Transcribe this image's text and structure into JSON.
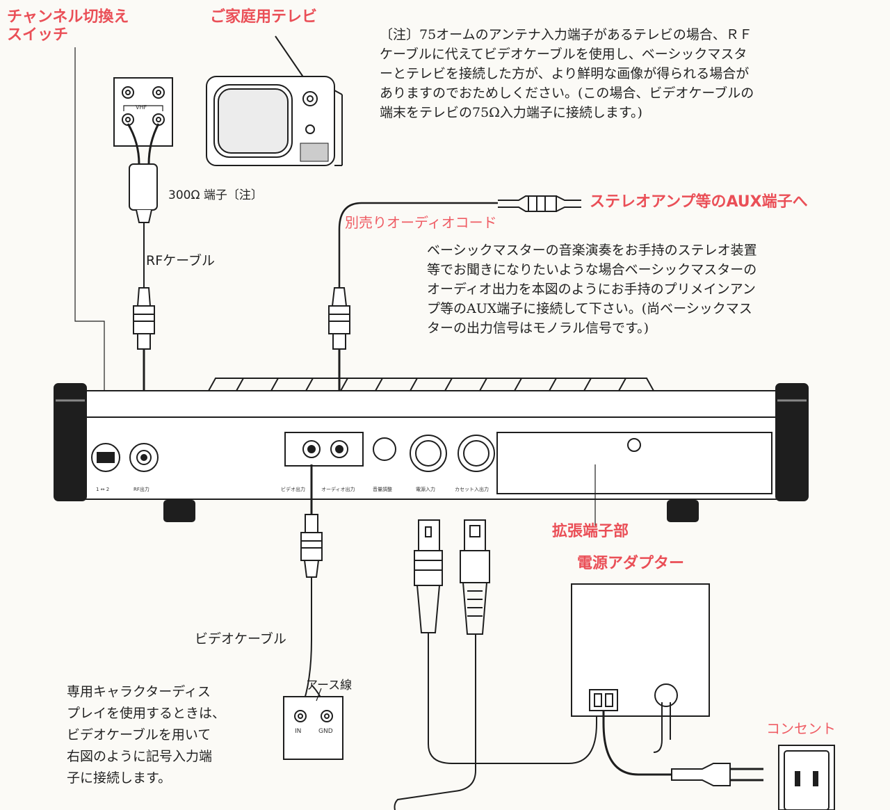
{
  "labels": {
    "channel_switch_line1": "チャンネル切換え",
    "channel_switch_line2": "スイッチ",
    "home_tv": "ご家庭用テレビ",
    "ohm_300_terminal": "300Ω 端子〔注〕",
    "rf_cable": "RFケーブル",
    "audio_cord": "別売りオーディオコード",
    "stereo_aux": "ステレオアンプ等のAUX端子へ",
    "expansion_port": "拡張端子部",
    "power_adapter": "電源アダプター",
    "video_cable": "ビデオケーブル",
    "ground_wire": "アース線",
    "outlet": "コンセント",
    "vhf": "VHF",
    "in": "IN",
    "gnd": "GND"
  },
  "panel_labels": {
    "switch": "1 ↔ 2",
    "rf_out": "RF出力",
    "video_out": "ビデオ出力",
    "audio_out": "オーディオ出力",
    "volume": "音量調整",
    "power_in": "電源入力",
    "cassette_in": "カセット入出力"
  },
  "note": {
    "lines": [
      "〔注〕75オームのアンテナ入力端子があるテレビの場合、ＲＦ",
      "ケーブルに代えてビデオケーブルを使用し、ベーシックマスタ",
      "ーとテレビを接続した方が、より鮮明な画像が得られる場合が",
      "ありますのでおためしください。(この場合、ビデオケーブルの",
      "端末をテレビの75Ω入力端子に接続します。)"
    ]
  },
  "audio_desc": {
    "lines": [
      "ベーシックマスターの音楽演奏をお手持のステレオ装置",
      "等でお聞きになりたいような場合ベーシックマスターの",
      "オーディオ出力を本図のようにお手持のプリメインアン",
      "プ等のAUX端子に接続して下さい。(尚ベーシックマス",
      "ターの出力信号はモノラル信号です。)"
    ]
  },
  "display_desc": {
    "lines": [
      "専用キャラクターディス",
      "プレイを使用するときは、",
      "ビデオケーブルを用いて",
      "右図のように記号入力端",
      "子に接続します。"
    ]
  },
  "colors": {
    "accent_red": "#ea4f57",
    "line": "#1e1e1e",
    "paper": "#fbfaf6"
  }
}
